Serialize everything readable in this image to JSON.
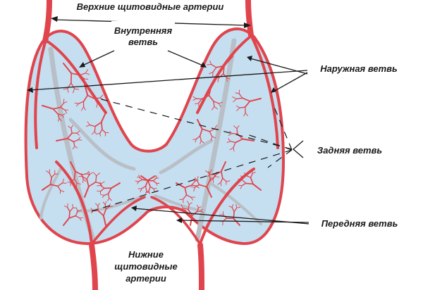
{
  "labels": {
    "superior_arteries": "Верхние щитовидные артерии",
    "internal_branch_line1": "Внутренняя",
    "internal_branch_line2": "ветвь",
    "external_branch": "Наружная ветвь",
    "posterior_branch": "Задняя ветвь",
    "anterior_branch": "Передняя ветвь",
    "inferior_arteries_line1": "Нижние",
    "inferior_arteries_line2": "щитовидные",
    "inferior_arteries_line3": "артерии"
  },
  "colors": {
    "tissue_fill": "#c5dff0",
    "artery": "#e0444c",
    "artery_dark": "#c93038",
    "vein": "#b9bfc7",
    "line": "#1a1a1a"
  }
}
